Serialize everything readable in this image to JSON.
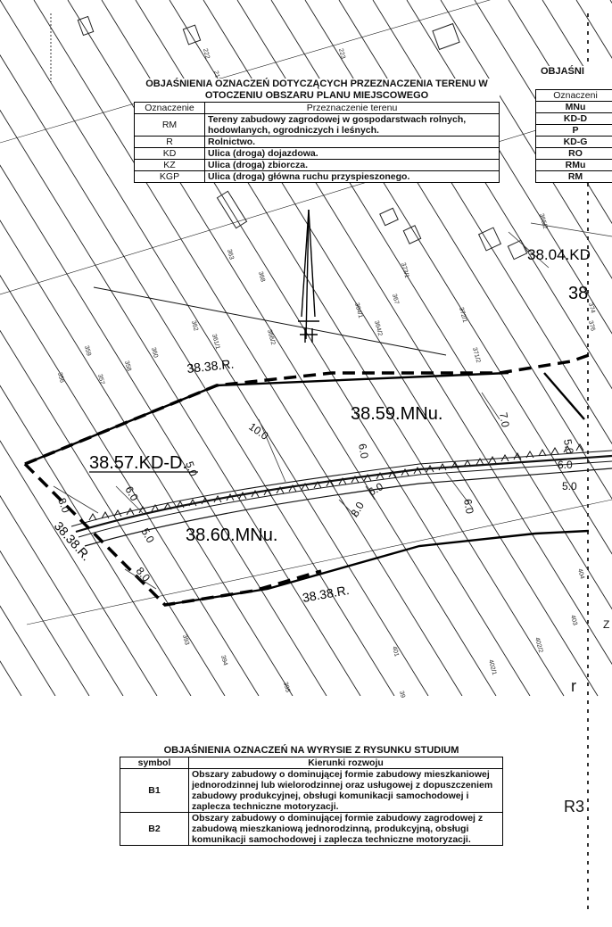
{
  "map": {
    "zones": [
      {
        "id": "zone-mnu-59",
        "label": "38.59.MNu."
      },
      {
        "id": "zone-mnu-60",
        "label": "38.60.MNu."
      },
      {
        "id": "zone-kdd-57",
        "label": "38.57.KD-D."
      },
      {
        "id": "zone-r-upper",
        "label": "38.38.R."
      },
      {
        "id": "zone-r-left",
        "label": "38.38.R."
      },
      {
        "id": "zone-r-lower",
        "label": "38.38.R."
      },
      {
        "id": "zone-kd-04",
        "label": "38.04.KD"
      },
      {
        "id": "zone-38-right",
        "label": "38"
      }
    ],
    "dimensions": [
      "10.0",
      "7.0",
      "5.0",
      "5.0",
      "6.0",
      "6.0",
      "6.0",
      "6.0",
      "8.0",
      "8.0",
      "8.0",
      "5.0",
      "5.0",
      "6.0"
    ],
    "parcels": [
      "222",
      "223",
      "217",
      "368",
      "363",
      "362",
      "373/1",
      "367",
      "364/1",
      "364/2",
      "366/2",
      "361/1",
      "372/1",
      "371/2",
      "359",
      "360",
      "358",
      "357",
      "356",
      "393",
      "394",
      "395",
      "401",
      "39",
      "402/1",
      "402/2",
      "403",
      "404",
      "374",
      "376",
      "365/2"
    ],
    "side_letters": [
      "Z",
      "R3",
      "r"
    ]
  },
  "legend_top": {
    "title": "OBJAŚNIENIA OZNACZEŃ DOTYCZĄCYCH PRZEZNACZENIA TERENU W OTOCZENIU OBSZARU PLANU MIEJSCOWEGO",
    "headers": [
      "Oznaczenie",
      "Przeznaczenie terenu"
    ],
    "rows": [
      {
        "code": "RM",
        "desc": "Tereny zabudowy zagrodowej w gospodarstwach rolnych, hodowlanych, ogrodniczych i leśnych."
      },
      {
        "code": "R",
        "desc": "Rolnictwo."
      },
      {
        "code": "KD",
        "desc": "Ulica (droga) dojazdowa."
      },
      {
        "code": "KZ",
        "desc": "Ulica (droga) zbiorcza."
      },
      {
        "code": "KGP",
        "desc": "Ulica (droga) główna ruchu przyspieszonego."
      }
    ]
  },
  "legend_right": {
    "title": "OBJAŚNI",
    "header": "Oznaczeni",
    "rows": [
      "MNu",
      "KD-D",
      "P",
      "KD-G",
      "RO",
      "RMu",
      "RM"
    ]
  },
  "legend_bottom": {
    "title": "OBJAŚNIENIA OZNACZEŃ NA WYRYSIE Z RYSUNKU STUDIUM",
    "headers": [
      "symbol",
      "Kierunki rozwoju"
    ],
    "rows": [
      {
        "symbol": "B1",
        "desc": "Obszary zabudowy o dominującej formie zabudowy mieszkaniowej jednorodzinnej lub wielorodzinnej oraz usługowej z dopuszczeniem zabudowy produkcyjnej, obsługi komunikacji samochodowej i zaplecza techniczne motoryzacji."
      },
      {
        "symbol": "B2",
        "desc": "Obszary zabudowy o dominującej formie zabudowy zagrodowej z zabudową mieszkaniową jednorodzinną, produkcyjną, obsługi komunikacji samochodowej i zaplecza techniczne motoryzacji."
      }
    ]
  }
}
